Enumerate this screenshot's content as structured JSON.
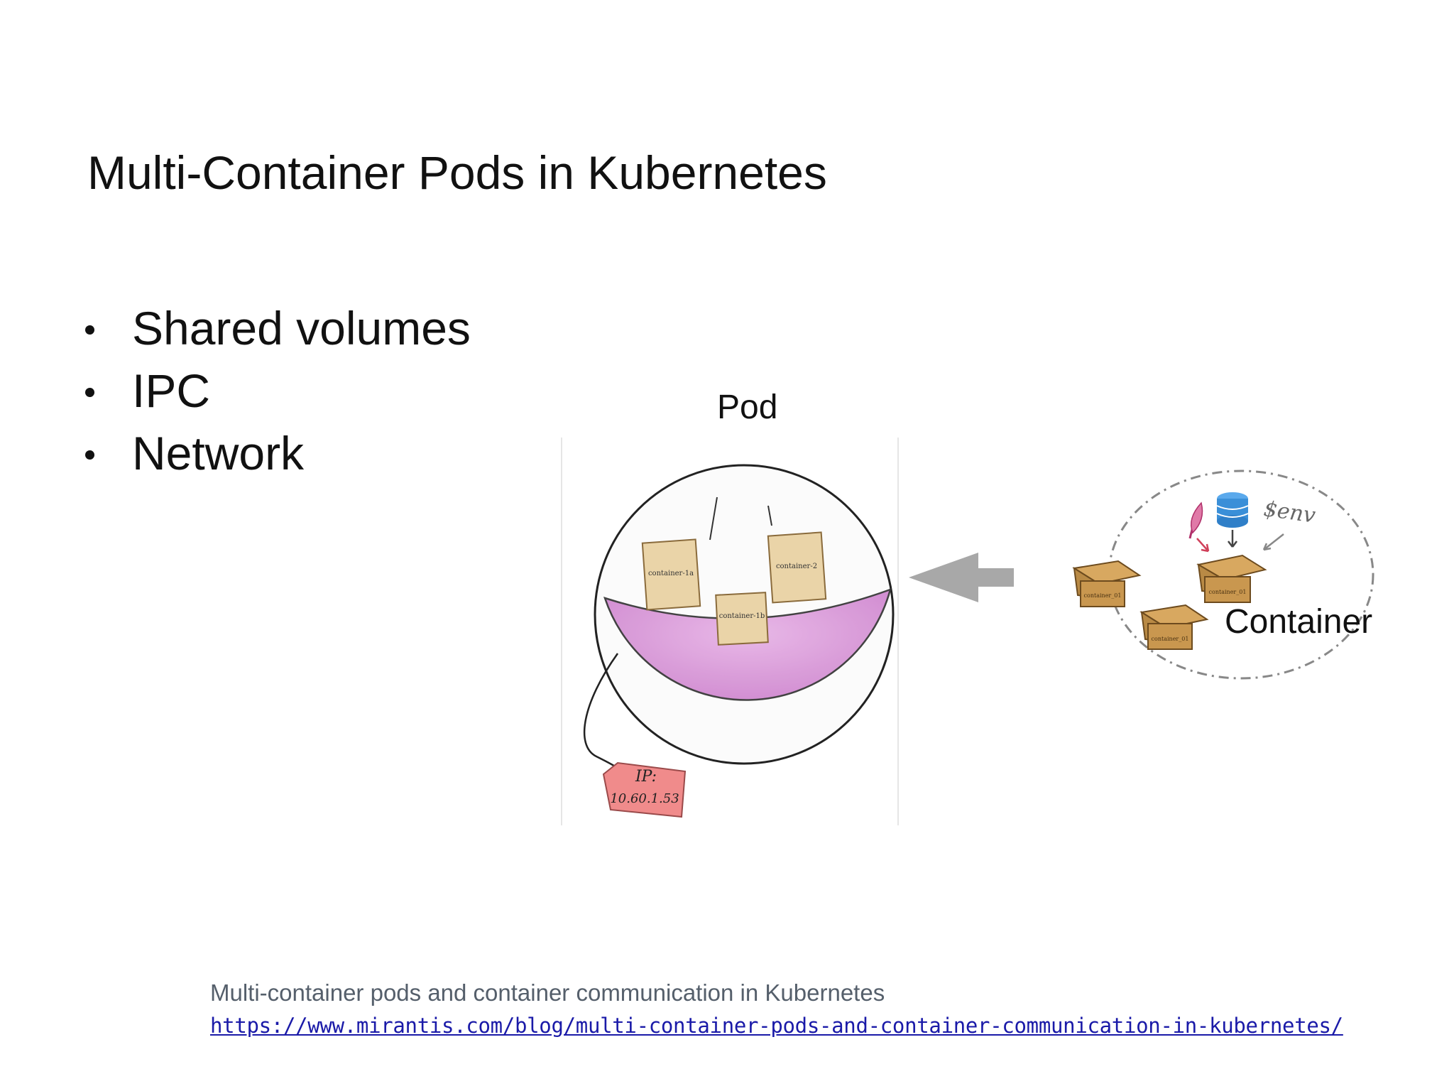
{
  "slide": {
    "title": "Multi-Container Pods in Kubernetes",
    "bullets": [
      "Shared volumes",
      "IPC",
      "Network"
    ]
  },
  "diagram": {
    "pod_label": "Pod",
    "container_label": "Container",
    "pod_containers": [
      "container-1a",
      "container-2",
      "container-1b"
    ],
    "ip_tag": {
      "line1": "IP:",
      "line2": "10.60.1.53"
    },
    "loose_containers": [
      "container_01",
      "container_01",
      "container_01"
    ],
    "env_label": "$env"
  },
  "source": {
    "caption": "Multi-container pods and container communication in Kubernetes",
    "url": "https://www.mirantis.com/blog/multi-container-pods-and-container-communication-in-kubernetes/"
  },
  "colors": {
    "pod_liquid": "#d99ad8",
    "container_box": "#e8d3a8",
    "cardboard": "#b98a45",
    "ip_tag": "#f08b8b",
    "arrow": "#a8a8a8",
    "db_icon": "#3a8fd8",
    "link": "#1a1aa8"
  }
}
